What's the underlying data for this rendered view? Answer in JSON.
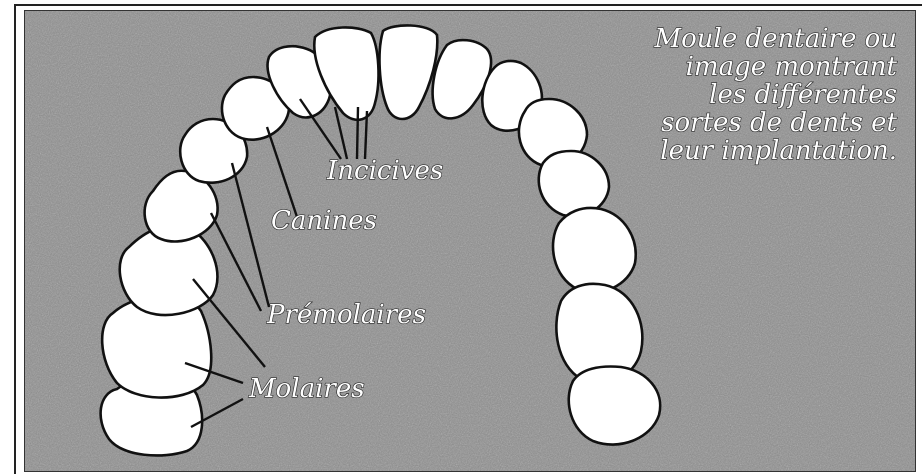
{
  "title": {
    "lines": [
      "Moule dentaire ou",
      "image montrant",
      "les différentes",
      "sortes de dents et",
      "leur implantation."
    ]
  },
  "labels": {
    "incisives": "Incicives",
    "canines": "Canines",
    "premolaires": "Prémolaires",
    "molaires": "Molaires"
  },
  "colors": {
    "background": "#8e8e8e",
    "tooth_fill": "#ffffff",
    "outline": "#111111"
  }
}
